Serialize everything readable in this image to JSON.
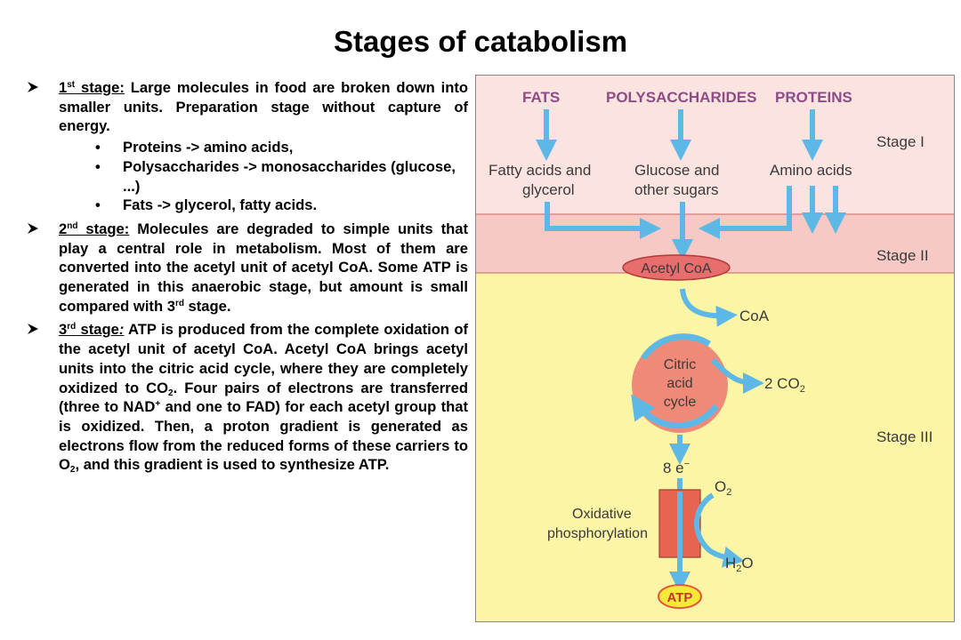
{
  "title": "Stages of catabolism",
  "stage1": {
    "heading": "1",
    "heading_sup": "st",
    "heading_rest": " stage:",
    "body": " Large molecules in food are broken down into smaller units. Preparation stage without capture of energy.",
    "bullets": [
      "Proteins -> amino acids,",
      "Polysaccharides -> monosaccharides (glucose, ...)",
      "Fats -> glycerol, fatty acids."
    ]
  },
  "stage2": {
    "heading": "2",
    "heading_sup": "nd",
    "heading_rest": " stage:",
    "body": " Molecules are degraded to simple units that play a central role in metabolism. Most of them are converted into the acetyl unit of acetyl CoA. Some ATP is generated in this anaerobic stage, but amount is small compared with 3",
    "body_sup": "rd",
    "body_end": " stage."
  },
  "stage3": {
    "heading": "3",
    "heading_sup": "rd",
    "heading_rest": " stage",
    "heading_colon": ":",
    "body_a": " ATP is produced from the complete oxidation of the acetyl unit of acetyl CoA. Acetyl CoA brings acetyl units into the citric acid cycle, where they are completely oxidized to CO",
    "sub_a": "2",
    "body_b": ". Four pairs of electrons are transferred (three to NAD",
    "sup_b": "+",
    "body_c": " and one to FAD) for each acetyl group that is oxidized. Then, a proton gradient is generated as electrons flow from the reduced forms of these carriers to O",
    "sub_c": "2",
    "body_d": ", and this gradient is used to synthesize ATP."
  },
  "figure": {
    "fats": "FATS",
    "polysaccharides": "POLYSACCHARIDES",
    "proteins": "PROTEINS",
    "fatty_acids_1": "Fatty acids and",
    "fatty_acids_2": "glycerol",
    "glucose_1": "Glucose and",
    "glucose_2": "other sugars",
    "amino_acids": "Amino acids",
    "stage_1": "Stage I",
    "stage_2": "Stage II",
    "stage_3": "Stage III",
    "acetyl_coa": "Acetyl CoA",
    "coa": "CoA",
    "citric_1": "Citric",
    "citric_2": "acid",
    "citric_3": "cycle",
    "co2_prefix": "2 CO",
    "co2_sub": "2",
    "electrons": "8 e",
    "electrons_sup": "−",
    "o2": "O",
    "o2_sub": "2",
    "oxidative_1": "Oxidative",
    "oxidative_2": "phosphorylation",
    "h2o_h": "H",
    "h2o_sub": "2",
    "h2o_o": "O",
    "atp": "ATP",
    "colors": {
      "stage1_bg": "#fbe3e0",
      "stage2_bg": "#f6c9c5",
      "stage3_bg": "#fdf5a6",
      "arrow_blue": "#5db8e6",
      "label_purple": "#8e4c86",
      "label_gray": "#3a3a3a",
      "acetyl_fill": "#e86d6d",
      "cycle_fill": "#f08a78",
      "oxphos_fill": "#e86452",
      "atp_fill": "#f6e93a"
    }
  }
}
